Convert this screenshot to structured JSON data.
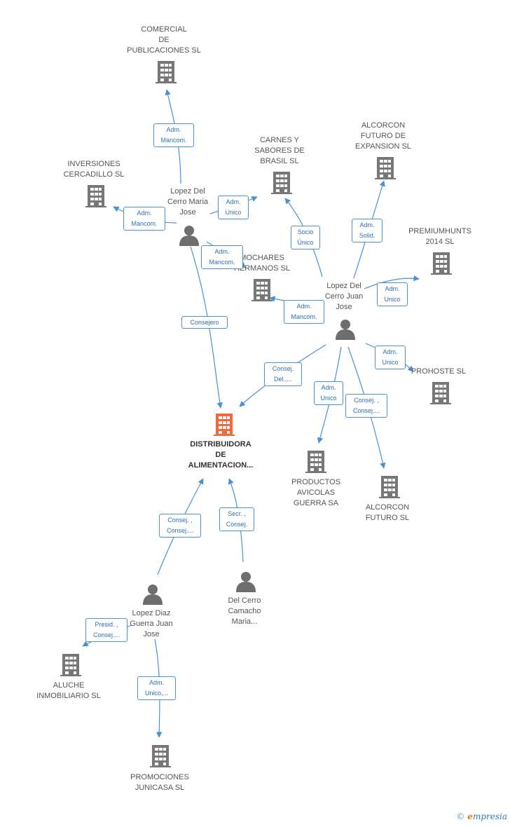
{
  "colors": {
    "edge": "#4a90d9",
    "building": "#777777",
    "main_building": "#f26a3c",
    "person": "#6e6e6e"
  },
  "main_company": {
    "label": "DISTRIBUIDORA\nDE\nALIMENTACION..."
  },
  "companies": [
    {
      "id": "comercial",
      "label": "COMERCIAL\nDE\nPUBLICACIONES SL"
    },
    {
      "id": "inversiones",
      "label": "INVERSIONES\nCERCADILLO SL"
    },
    {
      "id": "carnes",
      "label": "CARNES Y\nSABORES DE\nBRASIL SL"
    },
    {
      "id": "alcorcon_exp",
      "label": "ALCORCON\nFUTURO DE\nEXPANSION SL"
    },
    {
      "id": "premiumhunts",
      "label": "PREMIUMHUNTS\n2014  SL"
    },
    {
      "id": "mochares",
      "label": "MOCHARES\nHERMANOS SL"
    },
    {
      "id": "prohoste",
      "label": "PROHOSTE SL"
    },
    {
      "id": "productos",
      "label": "PRODUCTOS\nAVICOLAS\nGUERRA SA"
    },
    {
      "id": "alcorcon_fut",
      "label": "ALCORCON\nFUTURO SL"
    },
    {
      "id": "aluche",
      "label": "ALUCHE\nINMOBILIARIO SL"
    },
    {
      "id": "promociones",
      "label": "PROMOCIONES\nJUNICASA SL"
    }
  ],
  "persons": [
    {
      "id": "maria_jose",
      "label": "Lopez Del\nCerro Maria\nJose"
    },
    {
      "id": "juan_jose",
      "label": "Lopez Del\nCerro Juan\nJose"
    },
    {
      "id": "diaz",
      "label": "Lopez Diaz\nGuerra Juan\nJose"
    },
    {
      "id": "camacho",
      "label": "Del Cerro\nCamacho\nMaria..."
    }
  ],
  "relations": [
    {
      "id": "r1",
      "label": "Adm.\nMancom."
    },
    {
      "id": "r2",
      "label": "Adm.\nUnico"
    },
    {
      "id": "r3",
      "label": "Adm.\nMancom."
    },
    {
      "id": "r4",
      "label": "Adm.\nMancom."
    },
    {
      "id": "r5",
      "label": "Consejero"
    },
    {
      "id": "r6",
      "label": "Socio\nÚnico"
    },
    {
      "id": "r7",
      "label": "Adm.\nSolid."
    },
    {
      "id": "r8",
      "label": "Adm.\nUnico"
    },
    {
      "id": "r9",
      "label": "Adm.\nMancom."
    },
    {
      "id": "r10",
      "label": "Consej.\nDel.,..."
    },
    {
      "id": "r11",
      "label": "Adm.\nUnico"
    },
    {
      "id": "r12",
      "label": "Adm.\nUnico"
    },
    {
      "id": "r13",
      "label": "Consej. ,\nConsej...."
    },
    {
      "id": "r14",
      "label": "Consej. ,\nConsej...."
    },
    {
      "id": "r15",
      "label": "Secr. ,\nConsej."
    },
    {
      "id": "r16",
      "label": "Presid. ,\nConsej...."
    },
    {
      "id": "r17",
      "label": "Adm.\nUnico,..."
    }
  ],
  "footer": {
    "copyright": "©",
    "brand_e": "e",
    "brand_rest": "mpresia"
  }
}
